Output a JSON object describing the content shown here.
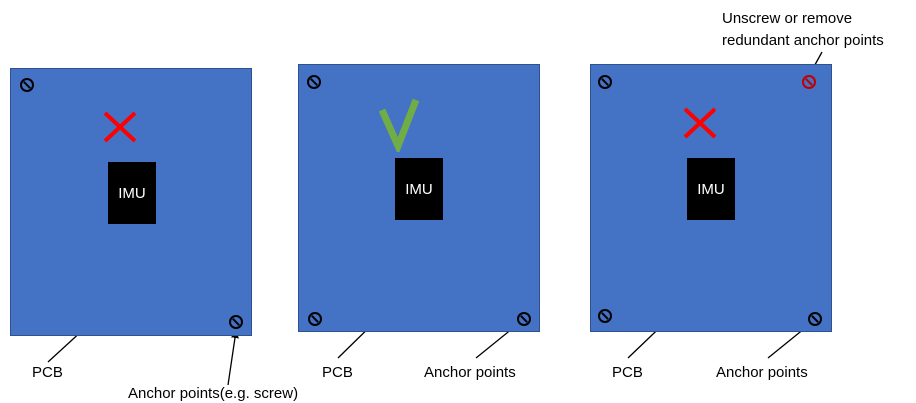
{
  "diagrams": [
    {
      "board_label": "PCB",
      "chip_label": "IMU",
      "verdict_icon": "cross-icon",
      "verdict_color": "#ff0000",
      "anchor_label": "Anchor points(e.g. screw)"
    },
    {
      "board_label": "PCB",
      "chip_label": "IMU",
      "verdict_icon": "check-icon",
      "verdict_color": "#70ad47",
      "anchor_label": "Anchor points"
    },
    {
      "board_label": "PCB",
      "chip_label": "IMU",
      "verdict_icon": "cross-icon",
      "verdict_color": "#ff0000",
      "anchor_label": "Anchor points",
      "note_line1": "Unscrew or remove",
      "note_line2": "redundant anchor points",
      "redundant_anchor_color": "#c00000"
    }
  ],
  "colors": {
    "board": "#4472c4",
    "chip": "#000000",
    "chip_text": "#ffffff",
    "anchor": "#000000"
  }
}
